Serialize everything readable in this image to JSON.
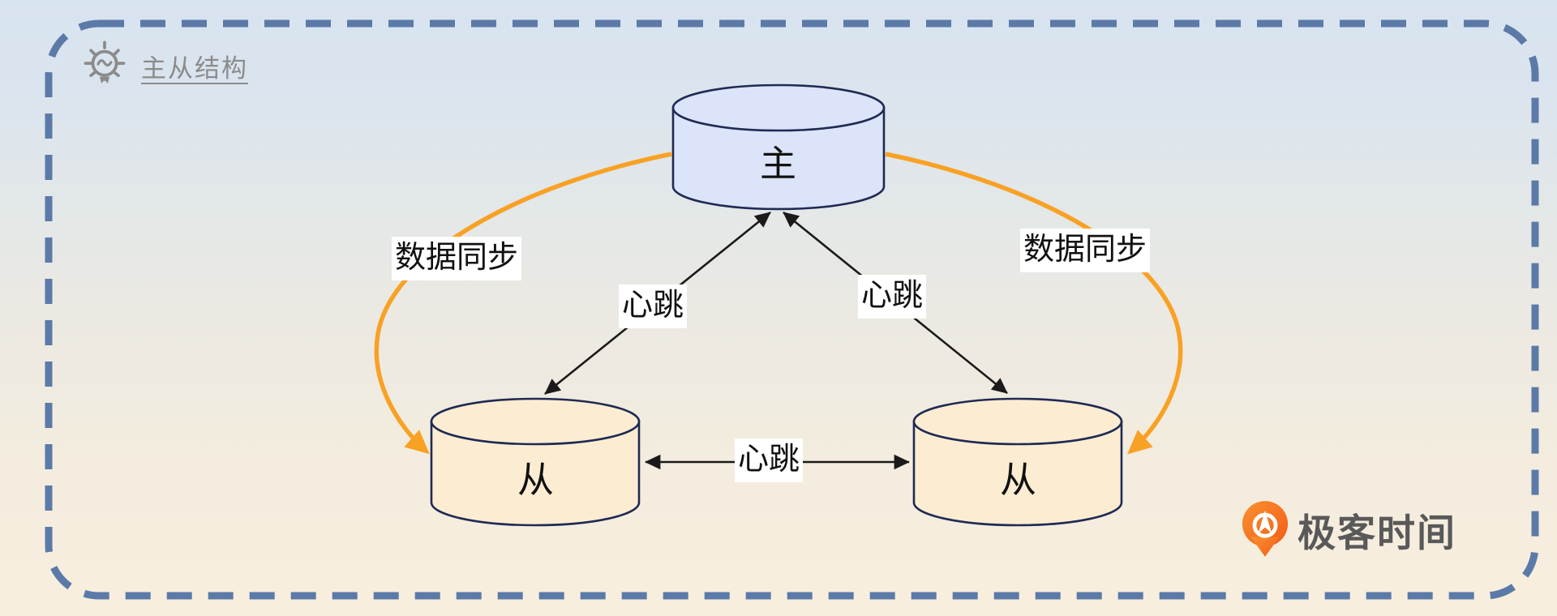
{
  "header": {
    "title": "主从结构"
  },
  "diagram": {
    "master_label": "主",
    "slave_left_label": "从",
    "slave_right_label": "从",
    "sync_left_label": "数据同步",
    "sync_right_label": "数据同步",
    "heartbeat_left_label": "心跳",
    "heartbeat_right_label": "心跳",
    "heartbeat_bottom_label": "心跳"
  },
  "logo": {
    "text": "极客时间"
  },
  "colors": {
    "background_top": "#d7e3ef",
    "background_bottom": "#f8eede",
    "border_dash": "#5b7aa8",
    "master_fill": "#dbe4f8",
    "slave_fill": "#fcedd2",
    "node_stroke": "#1f2a54",
    "heartbeat_arrow": "#1a1a1a",
    "sync_arrow": "#f9a125",
    "title_gray": "#8b8b8b",
    "logo_orange": "#f3671a",
    "logo_text": "#595959"
  }
}
